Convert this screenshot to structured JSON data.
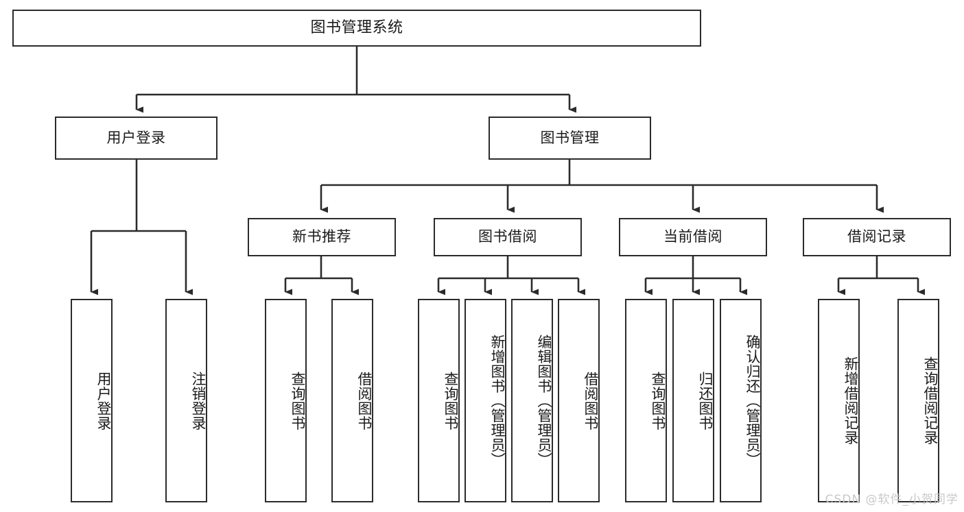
{
  "diagram": {
    "type": "tree-hierarchy",
    "title": "图书管理系统",
    "watermark": "CSDN @软件_小贺同学",
    "stroke_color": "#2b2b2b",
    "fill_color": "#ffffff",
    "text_color": "#1a1a1a",
    "watermark_color": "#c8c8c8",
    "nodes": {
      "root": {
        "label": "图书管理系统"
      },
      "level1": [
        {
          "id": "user-login",
          "label": "用户登录"
        },
        {
          "id": "book-manage",
          "label": "图书管理"
        }
      ],
      "level2": [
        {
          "id": "new-book-recommend",
          "label": "新书推荐"
        },
        {
          "id": "book-borrow",
          "label": "图书借阅"
        },
        {
          "id": "current-borrow",
          "label": "当前借阅"
        },
        {
          "id": "borrow-record",
          "label": "借阅记录"
        }
      ],
      "leaves": {
        "user_login": [
          {
            "id": "leaf-user-login",
            "label": "用户登录"
          },
          {
            "id": "leaf-logout-login",
            "label": "注销登录"
          }
        ],
        "new_book_recommend": [
          {
            "id": "leaf-query-book-1",
            "label": "查询图书"
          },
          {
            "id": "leaf-borrow-book-1",
            "label": "借阅图书"
          }
        ],
        "book_borrow": [
          {
            "id": "leaf-query-book-2",
            "label": "查询图书"
          },
          {
            "id": "leaf-add-book",
            "label": "新增图书（管理员）"
          },
          {
            "id": "leaf-edit-book",
            "label": "编辑图书（管理员）"
          },
          {
            "id": "leaf-borrow-book-2",
            "label": "借阅图书"
          }
        ],
        "current_borrow": [
          {
            "id": "leaf-query-book-3",
            "label": "查询图书"
          },
          {
            "id": "leaf-return-book",
            "label": "归还图书"
          },
          {
            "id": "leaf-confirm-return",
            "label": "确认归还（管理员）"
          }
        ],
        "borrow_record": [
          {
            "id": "leaf-add-record",
            "label": "新增借阅记录"
          },
          {
            "id": "leaf-query-record",
            "label": "查询借阅记录"
          }
        ]
      }
    }
  }
}
